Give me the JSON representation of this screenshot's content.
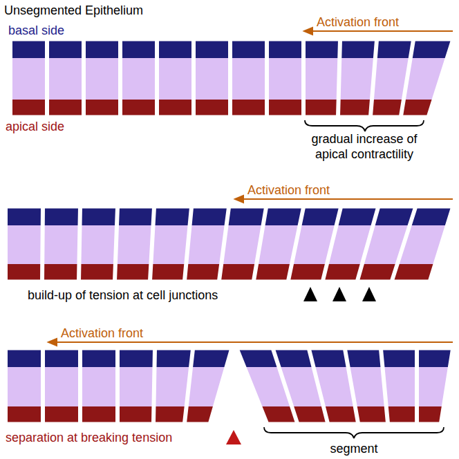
{
  "diagram": {
    "title": "Unsegmented Epithelium",
    "labels": [
      "basal side",
      "Activation front",
      "apical side",
      "gradual increase of apical contractility",
      "Activation front",
      "build-up of tension at cell junctions",
      "Activation front",
      "separation at breaking tension",
      "segment"
    ]
  }
}
